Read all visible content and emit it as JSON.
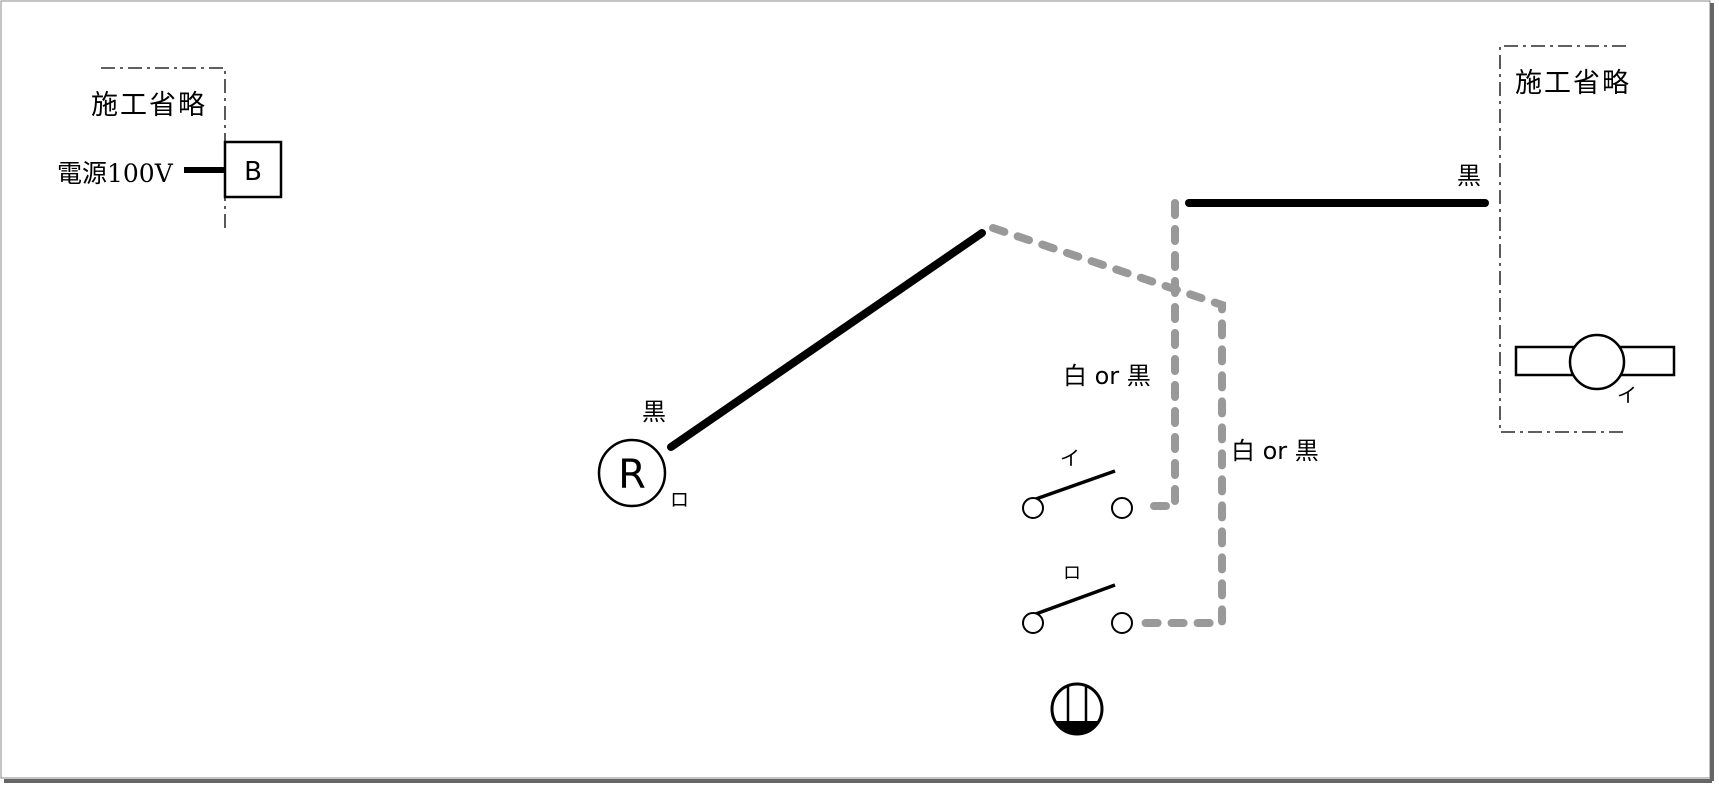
{
  "left_box": {
    "omitted_label": "施工省略",
    "power_label": "電源100V",
    "breaker_label": "B"
  },
  "right_box": {
    "omitted_label": "施工省略",
    "lamp_label": "イ"
  },
  "wires": {
    "black_label_top": "黒",
    "black_label_left": "黒",
    "white_or_black_1": "白 or 黒",
    "white_or_black_2": "白 or 黒"
  },
  "receptacle_lamp": {
    "symbol": "R",
    "label": "ロ"
  },
  "switches": [
    {
      "label": "イ"
    },
    {
      "label": "ロ"
    }
  ],
  "colors": {
    "black_wire": "#000000",
    "gray_wire": "#999999"
  }
}
